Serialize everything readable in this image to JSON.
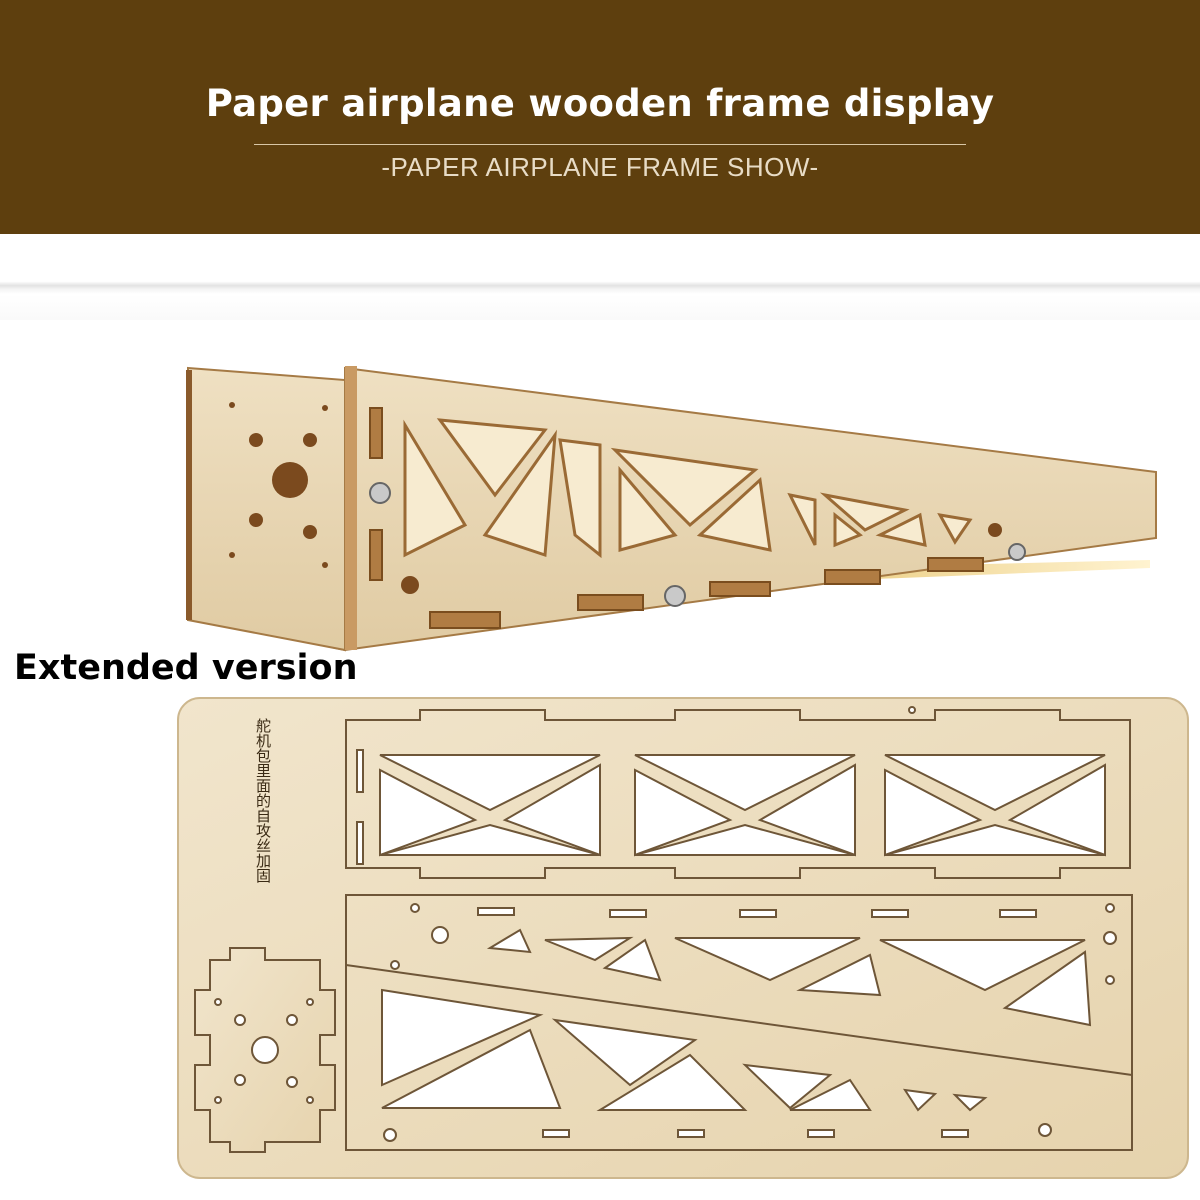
{
  "banner": {
    "title": "Paper airplane wooden frame display",
    "subtitle": "-PAPER AIRPLANE FRAME SHOW-"
  },
  "assembled_frame": {
    "image": "assembled-wooden-frame"
  },
  "extended": {
    "label": "Extended version"
  },
  "board": {
    "image": "laser-cut-plywood-sheet",
    "note": "舵机包里面的自攻丝加固"
  },
  "colors": {
    "banner_bg": "#5e3f0e",
    "wood": "#e8d7b4",
    "wood_edge": "#b98a55"
  }
}
